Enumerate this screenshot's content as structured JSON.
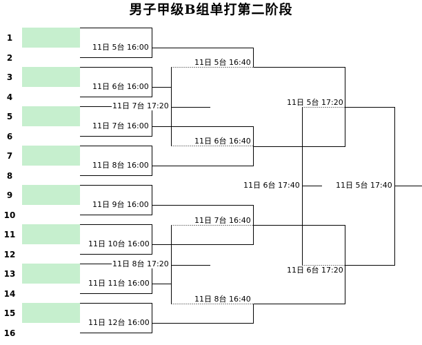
{
  "title": "男子甲级B组单打第二阶段",
  "colors": {
    "slot_fill": "#c6efce",
    "line": "#000000",
    "background": "#ffffff"
  },
  "seeds": [
    "1",
    "2",
    "3",
    "4",
    "5",
    "6",
    "7",
    "8",
    "9",
    "10",
    "11",
    "12",
    "13",
    "14",
    "15",
    "16"
  ],
  "round1": [
    "11日 5台 16:00",
    "11日 6台 16:00",
    "11日 7台 16:00",
    "11日 8台 16:00",
    "11日 9台 16:00",
    "11日 10台 16:00",
    "11日 11台 16:00",
    "11日 12台 16:00"
  ],
  "round2": [
    "11日 5台 16:40",
    "11日 6台 16:40",
    "11日 7台 16:40",
    "11日 8台 16:40"
  ],
  "round3": [
    "11日 5台 17:20",
    "11日 6台 17:20"
  ],
  "side": [
    "11日 7台 17:20",
    "11日 8台 17:20"
  ],
  "semi": "11日 6台 17:40",
  "final": "11日 5台 17:40"
}
